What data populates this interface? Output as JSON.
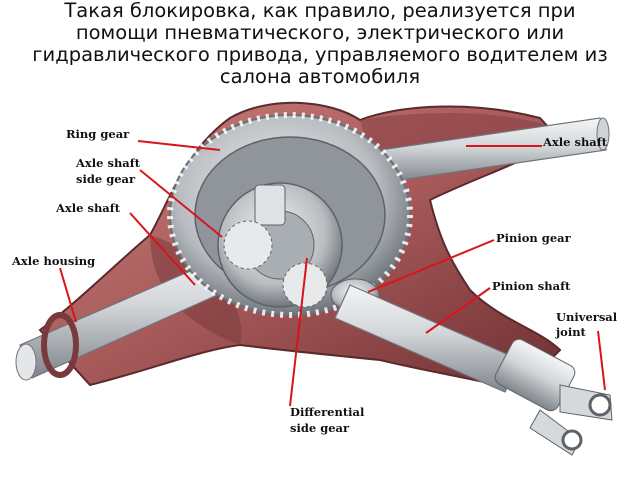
{
  "caption": {
    "lines": [
      "Такая блокировка, как правило, реализуется при",
      "помощи пневматического, электрического или",
      "гидравлического привода, управляемого водителем из",
      "салона автомобиля"
    ]
  },
  "labels": {
    "ring_gear": "Ring gear",
    "axle_shaft_side_gear_1": "Axle shaft",
    "axle_shaft_side_gear_2": "side gear",
    "axle_shaft_left": "Axle shaft",
    "axle_housing": "Axle housing",
    "axle_shaft_right": "Axle shaft",
    "pinion_gear": "Pinion gear",
    "pinion_shaft": "Pinion shaft",
    "universal_joint_1": "Universal",
    "universal_joint_2": "joint",
    "differential_side_gear_1": "Differential",
    "differential_side_gear_2": "side gear"
  },
  "colors": {
    "housing": "#a85a5a",
    "housing_dark": "#6e2f32",
    "metal": "#c9ccd0",
    "leader": "#d9141a"
  }
}
